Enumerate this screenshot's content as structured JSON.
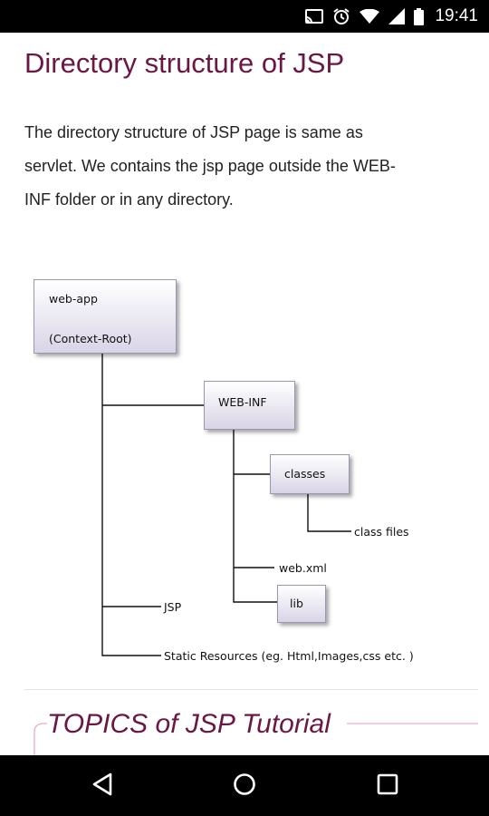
{
  "status_bar": {
    "time": "19:41",
    "icons": [
      "cast-icon",
      "alarm-icon",
      "wifi-icon",
      "signal-icon",
      "battery-icon"
    ]
  },
  "article": {
    "title": "Directory structure of JSP",
    "intro_lines": [
      "The directory structure of JSP page is same as",
      "servlet. We contains the jsp page outside the WEB-",
      "INF folder or in any directory."
    ]
  },
  "diagram": {
    "root_line1": "web-app",
    "root_line2": "(Context-Root)",
    "webinf": "WEB-INF",
    "classes": "classes",
    "class_files": "class files",
    "web_xml": "web.xml",
    "lib": "lib",
    "jsp": "JSP",
    "static_resources": "Static Resources (eg. Html,Images,css etc. )"
  },
  "section": {
    "heading": "TOPICS of JSP Tutorial"
  },
  "nav_bar": {
    "buttons": [
      "back-icon",
      "home-icon",
      "recents-icon"
    ]
  },
  "colors": {
    "title": "#6b1744",
    "node_border": "#9c96b3",
    "node_fill_bottom": "#d9d4e6",
    "section_deco": "#f0a9c6"
  }
}
